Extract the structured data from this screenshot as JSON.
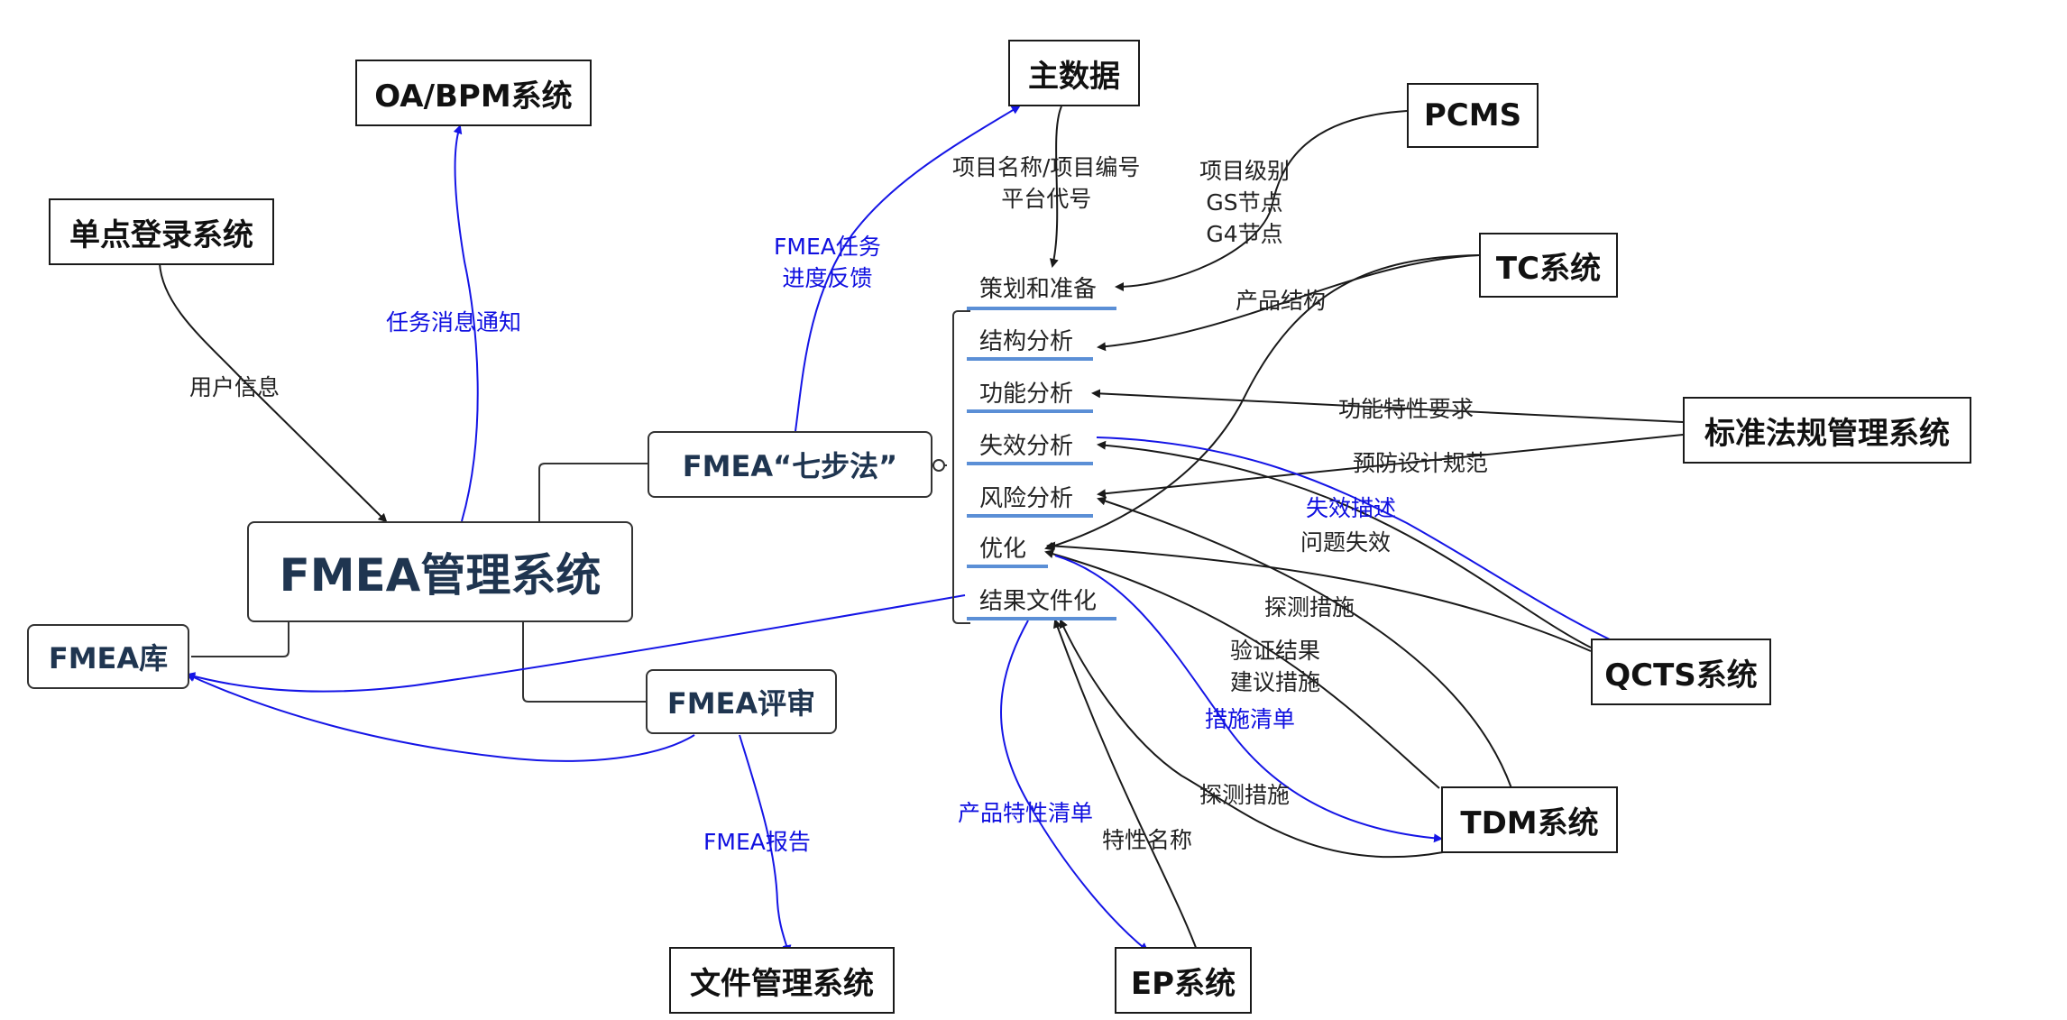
{
  "center": "FMEA管理系统",
  "nodes": {
    "oa_bpm": "OA/BPM系统",
    "master_data": "主数据",
    "pcms": "PCMS",
    "sso": "单点登录系统",
    "tc": "TC系统",
    "standards": "标准法规管理系统",
    "qcts": "QCTS系统",
    "tdm": "TDM系统",
    "file_mgmt": "文件管理系统",
    "ep": "EP系统",
    "fmea_library": "FMEA库",
    "fmea_review": "FMEA评审",
    "seven_step": "FMEA“七步法”"
  },
  "steps": [
    "策划和准备",
    "结构分析",
    "功能分析",
    "失效分析",
    "风险分析",
    "优化",
    "结果文件化"
  ],
  "labels": {
    "task_notice": "任务消息通知",
    "user_info": "用户信息",
    "fmea_task_1": "FMEA任务",
    "fmea_task_2": "进度反馈",
    "project_name_1": "项目名称/项目编号",
    "project_name_2": "平台代号",
    "project_level_1": "项目级别",
    "project_level_2": "GS节点",
    "project_level_3": "G4节点",
    "product_structure": "产品结构",
    "function_req": "功能特性要求",
    "prevent_design": "预防设计规范",
    "failure_desc": "失效描述",
    "problem_failure": "问题失效",
    "detect_measures": "探测措施",
    "verify_1": "验证结果",
    "verify_2": "建议措施",
    "measure_list": "措施清单",
    "detect_measures_2": "探测措施",
    "product_char_list": "产品特性清单",
    "char_name": "特性名称",
    "fmea_report": "FMEA报告"
  },
  "colors": {
    "black_link": "#1a1a1a",
    "blue_link": "#1515e6",
    "step_underline": "#5b8fd6"
  }
}
